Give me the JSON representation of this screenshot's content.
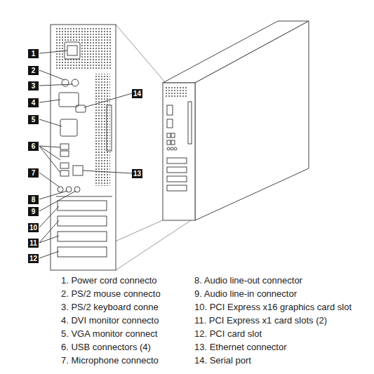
{
  "diagram": {
    "labels": [
      "1",
      "2",
      "3",
      "4",
      "5",
      "6",
      "7",
      "8",
      "9",
      "10",
      "11",
      "12",
      "13",
      "14",
      "1. Power cord connecto",
      "2. PS/2 mouse connecto",
      "3. PS/2 keyboard conne",
      "4. DVI monitor connecto",
      "5. VGA monitor connect",
      "6. USB connectors (4)",
      "7. Microphone connecto",
      "8. Audio line-out connector",
      "9. Audio line-in connector",
      "10. PCI Express x16 graphics card slot",
      "11. PCI Express x1 card slots (2)",
      "12. PCI card slot",
      "13. Ethernet connector",
      "14. Serial port"
    ]
  }
}
